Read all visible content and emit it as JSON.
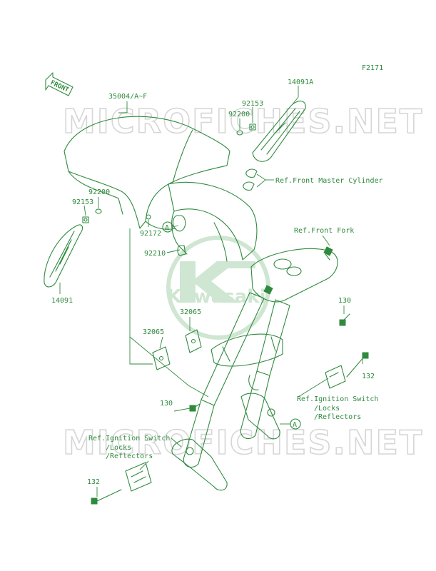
{
  "figure_code": "F2171",
  "front_arrow_label": "FRONT",
  "watermark": "MICROFICHES.NET",
  "logo_text": "Kawasaki",
  "labels": {
    "p35004": "35004/A~F",
    "p14091A": "14091A",
    "p92153_top": "92153",
    "p92200_top": "92200",
    "ref_master_cyl": "Ref.Front Master Cylinder",
    "p92200_left": "92200",
    "p92153_left": "92153",
    "p92172": "92172",
    "p92210": "92210",
    "p14091": "14091",
    "ref_front_fork": "Ref.Front Fork",
    "p130_right": "130",
    "p32065_upper": "32065",
    "p32065_lower": "32065",
    "p132_right": "132",
    "ref_ign_right_1": "Ref.Ignition Switch",
    "ref_ign_right_2": "/Locks",
    "ref_ign_right_3": "/Reflectors",
    "p130_left": "130",
    "ref_ign_left_1": "Ref.Ignition Switch",
    "ref_ign_left_2": "/Locks",
    "ref_ign_left_3": "/Reflectors",
    "p132_left": "132",
    "callout_a1": "A",
    "callout_a2": "A"
  }
}
